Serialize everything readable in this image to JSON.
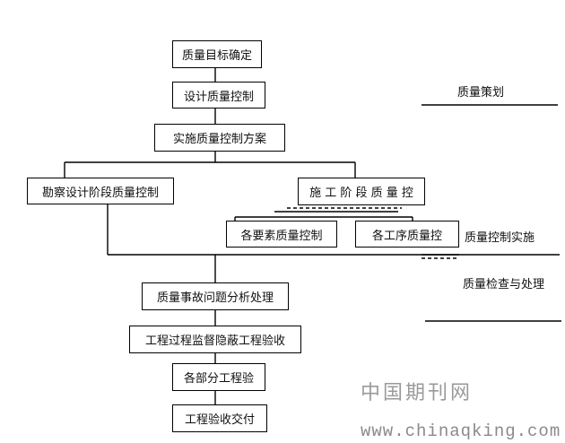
{
  "nodes": {
    "goal": "质量目标确定",
    "design_control": "设计质量控制",
    "plan": "实施质量控制方案",
    "survey_design": "勘察设计阶段质量控制",
    "construction": "施 工 阶 段 质 量 控",
    "elements": "各要素质量控制",
    "process": "各工序质量控",
    "incident": "质量事故问题分析处理",
    "supervision": "工程过程监督隐蔽工程验收",
    "partial": "各部分工程验",
    "handover": "工程验收交付"
  },
  "phases": {
    "planning": "质量策划",
    "implementation": "质量控制实施",
    "inspection": "质量检查与处理"
  },
  "watermark": {
    "name": "中国期刊网",
    "url": "www.chinaqking.com"
  },
  "colors": {
    "line": "#000000",
    "watermark": "#9a9a9a"
  }
}
